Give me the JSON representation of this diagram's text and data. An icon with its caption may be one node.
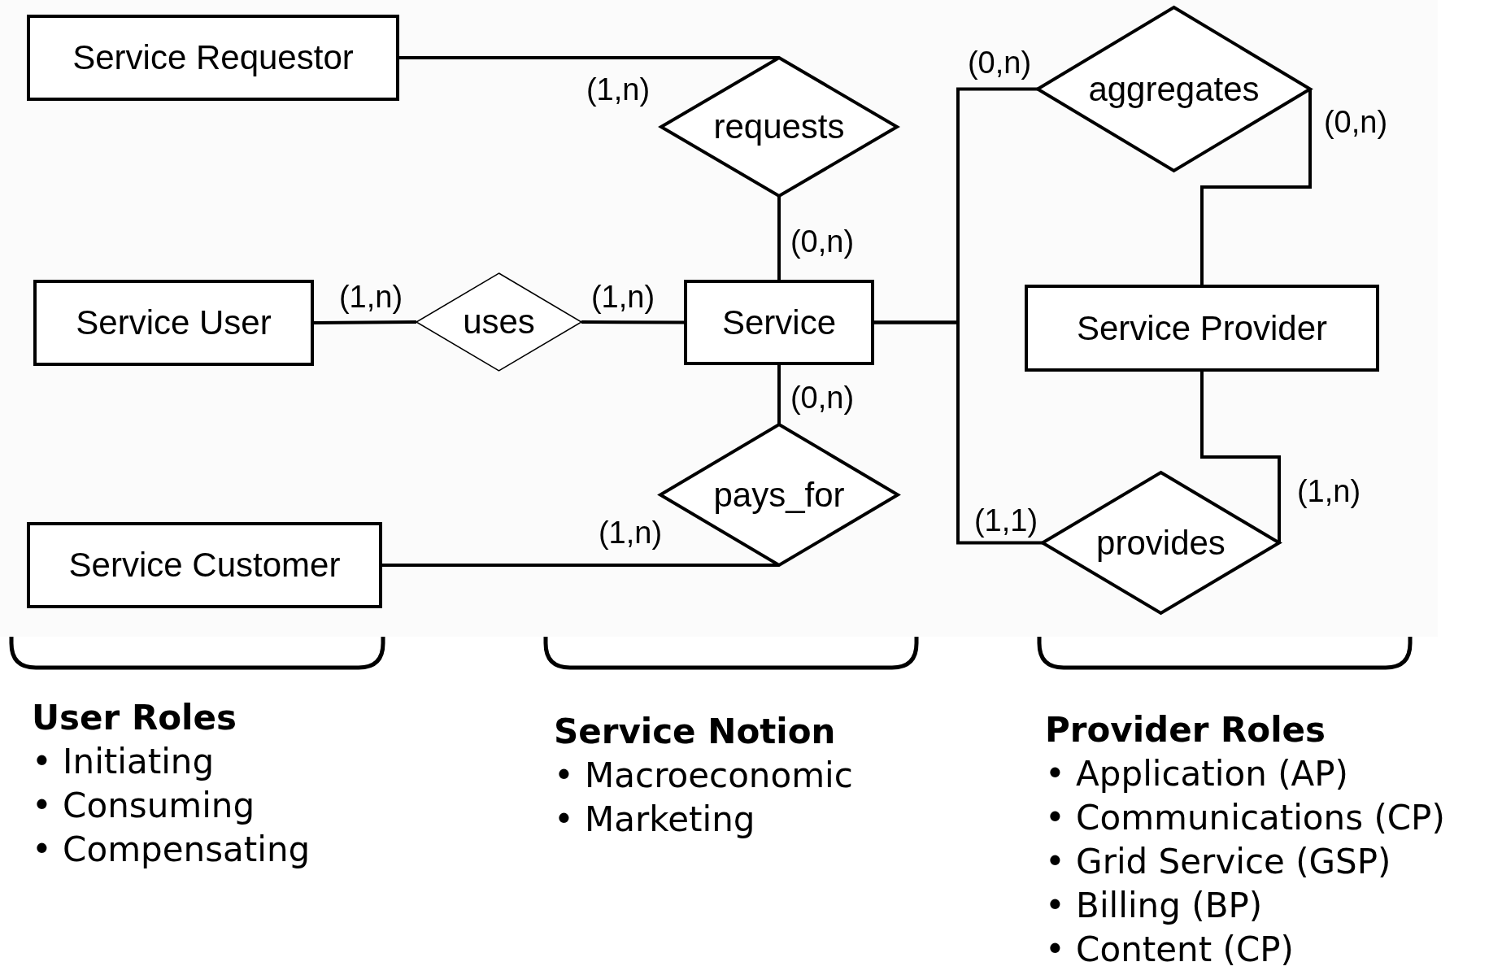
{
  "diagram": {
    "nodes": [
      {
        "text": [
          "Service Requestor"
        ]
      },
      {
        "text": [
          "requests"
        ]
      },
      {
        "text": [
          "Service User"
        ]
      },
      {
        "text": [
          "uses"
        ]
      },
      {
        "text": [
          "Service"
        ]
      },
      {
        "text": [
          "pays_for"
        ]
      },
      {
        "text": [
          "Service Customer"
        ]
      },
      {
        "text": [
          "aggregates"
        ]
      },
      {
        "text": [
          "Service Provider"
        ]
      },
      {
        "text": [
          "provides"
        ]
      }
    ],
    "edges": [
      {
        "from": 0,
        "to": 1,
        "arrow": "none",
        "label": "(1,n)"
      },
      {
        "from": 1,
        "to": 4,
        "arrow": "none",
        "label": "(0,n)"
      },
      {
        "from": 2,
        "to": 3,
        "arrow": "none",
        "label": "(1,n)"
      },
      {
        "from": 3,
        "to": 4,
        "arrow": "none",
        "label": "(1,n)"
      },
      {
        "from": 4,
        "to": 5,
        "arrow": "none",
        "label": "(0,n)"
      },
      {
        "from": 6,
        "to": 5,
        "arrow": "none",
        "label": "(1,n)"
      },
      {
        "from": 4,
        "to": 7,
        "arrow": "none",
        "label": "(0,n)"
      },
      {
        "from": 4,
        "to": 9,
        "arrow": "none",
        "label": "(1,1)"
      },
      {
        "from": 7,
        "to": 8,
        "arrow": "none",
        "label": "(0,n)"
      },
      {
        "from": 8,
        "to": 9,
        "arrow": "none",
        "label": "(1,n)"
      }
    ],
    "labels": [
      "User Roles",
      "• Initiating",
      "• Consuming",
      "• Compensating",
      "Service Notion",
      "• Macroeconomic",
      "• Marketing",
      "Provider Roles",
      "• Application (AP)",
      "• Communications (CP)",
      "• Grid Service (GSP)",
      "• Billing (BP)",
      "• Content (CP)"
    ]
  }
}
